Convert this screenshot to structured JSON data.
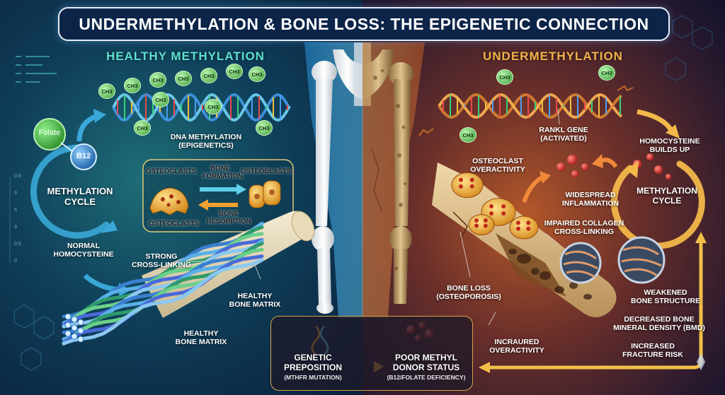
{
  "title": "UNDERMETHYLATION & BONE LOSS: THE EPIGENETIC CONNECTION",
  "left": {
    "heading": "HEALTHY METHYLATION",
    "folate": "Folate",
    "b12": "B12",
    "cycle": [
      "METHYLATION",
      "CYCLE"
    ],
    "normal_homocysteine": [
      "NORMAL",
      "HOMOCYSTEINE"
    ],
    "dna_methylation": [
      "DNA METHYLATION",
      "(EPIGENETICS)"
    ],
    "ch3": "CH3",
    "osteoclasts_top": "OSTEOCLASTS",
    "bone_formation": [
      "BONE",
      "FORMATION"
    ],
    "osteoblasts": "OSTEOBLASTS",
    "osteoclasts_bottom": "OSTEOCLASTS",
    "bone_resorption": [
      "BONE",
      "RESORPTION"
    ],
    "strong_crosslinking": [
      "STRONG",
      "CROSS-LINKING"
    ],
    "healthy_bone_matrix_a": [
      "HEALTHY",
      "BONE MATRIX"
    ],
    "healthy_bone_matrix_b": [
      "HEALTHY",
      "BONE MATRIX"
    ],
    "axis_ticks": [
      "0.5",
      "3",
      "5",
      "3",
      "0.5",
      "0"
    ]
  },
  "right": {
    "heading": "UNDERMETHYLATION",
    "rankl": [
      "RANKL GENE",
      "(ACTIVATED)"
    ],
    "homocysteine_builds": [
      "HOMOCYSTEINE",
      "BUILDS UP"
    ],
    "osteoclast_overactivity": [
      "OSTEOCLAST",
      "OVERACTIVITY"
    ],
    "widespread_inflammation": [
      "WIDESPREAD",
      "INFLAMMATION"
    ],
    "cycle": [
      "METHYLATION",
      "CYCLE"
    ],
    "impaired_collagen": [
      "IMPAIRED COLLAGEN",
      "CROSS-LINKING"
    ],
    "bone_loss": [
      "BONE LOSS",
      "(OSTEOPOROSIS)"
    ],
    "weakened_bone": [
      "WEAKENED",
      "BONE STRUCTURE"
    ],
    "decreased_bmd": [
      "DECREASED BONE",
      "MINERAL DENSITY (BMD)"
    ],
    "incraured": [
      "INCRAURED",
      "OVERACTIVITY"
    ],
    "fracture_risk": [
      "INCREASED",
      "FRACTURE RISK"
    ]
  },
  "bottom": {
    "genetic": [
      "GENETIC",
      "PREPOSITION"
    ],
    "genetic_sub": "(MTHFR MUTATION)",
    "poor": [
      "POOR METHYL",
      "DONOR STATUS"
    ],
    "poor_sub": "(B12/FOLATE DEFICIENCY)"
  },
  "colors": {
    "healthy_accent": "#5fe0d0",
    "under_accent": "#f2b24a",
    "title_bg": "#0c2448",
    "folate_green": "#3fae3a",
    "b12_blue": "#2d7fd0"
  }
}
